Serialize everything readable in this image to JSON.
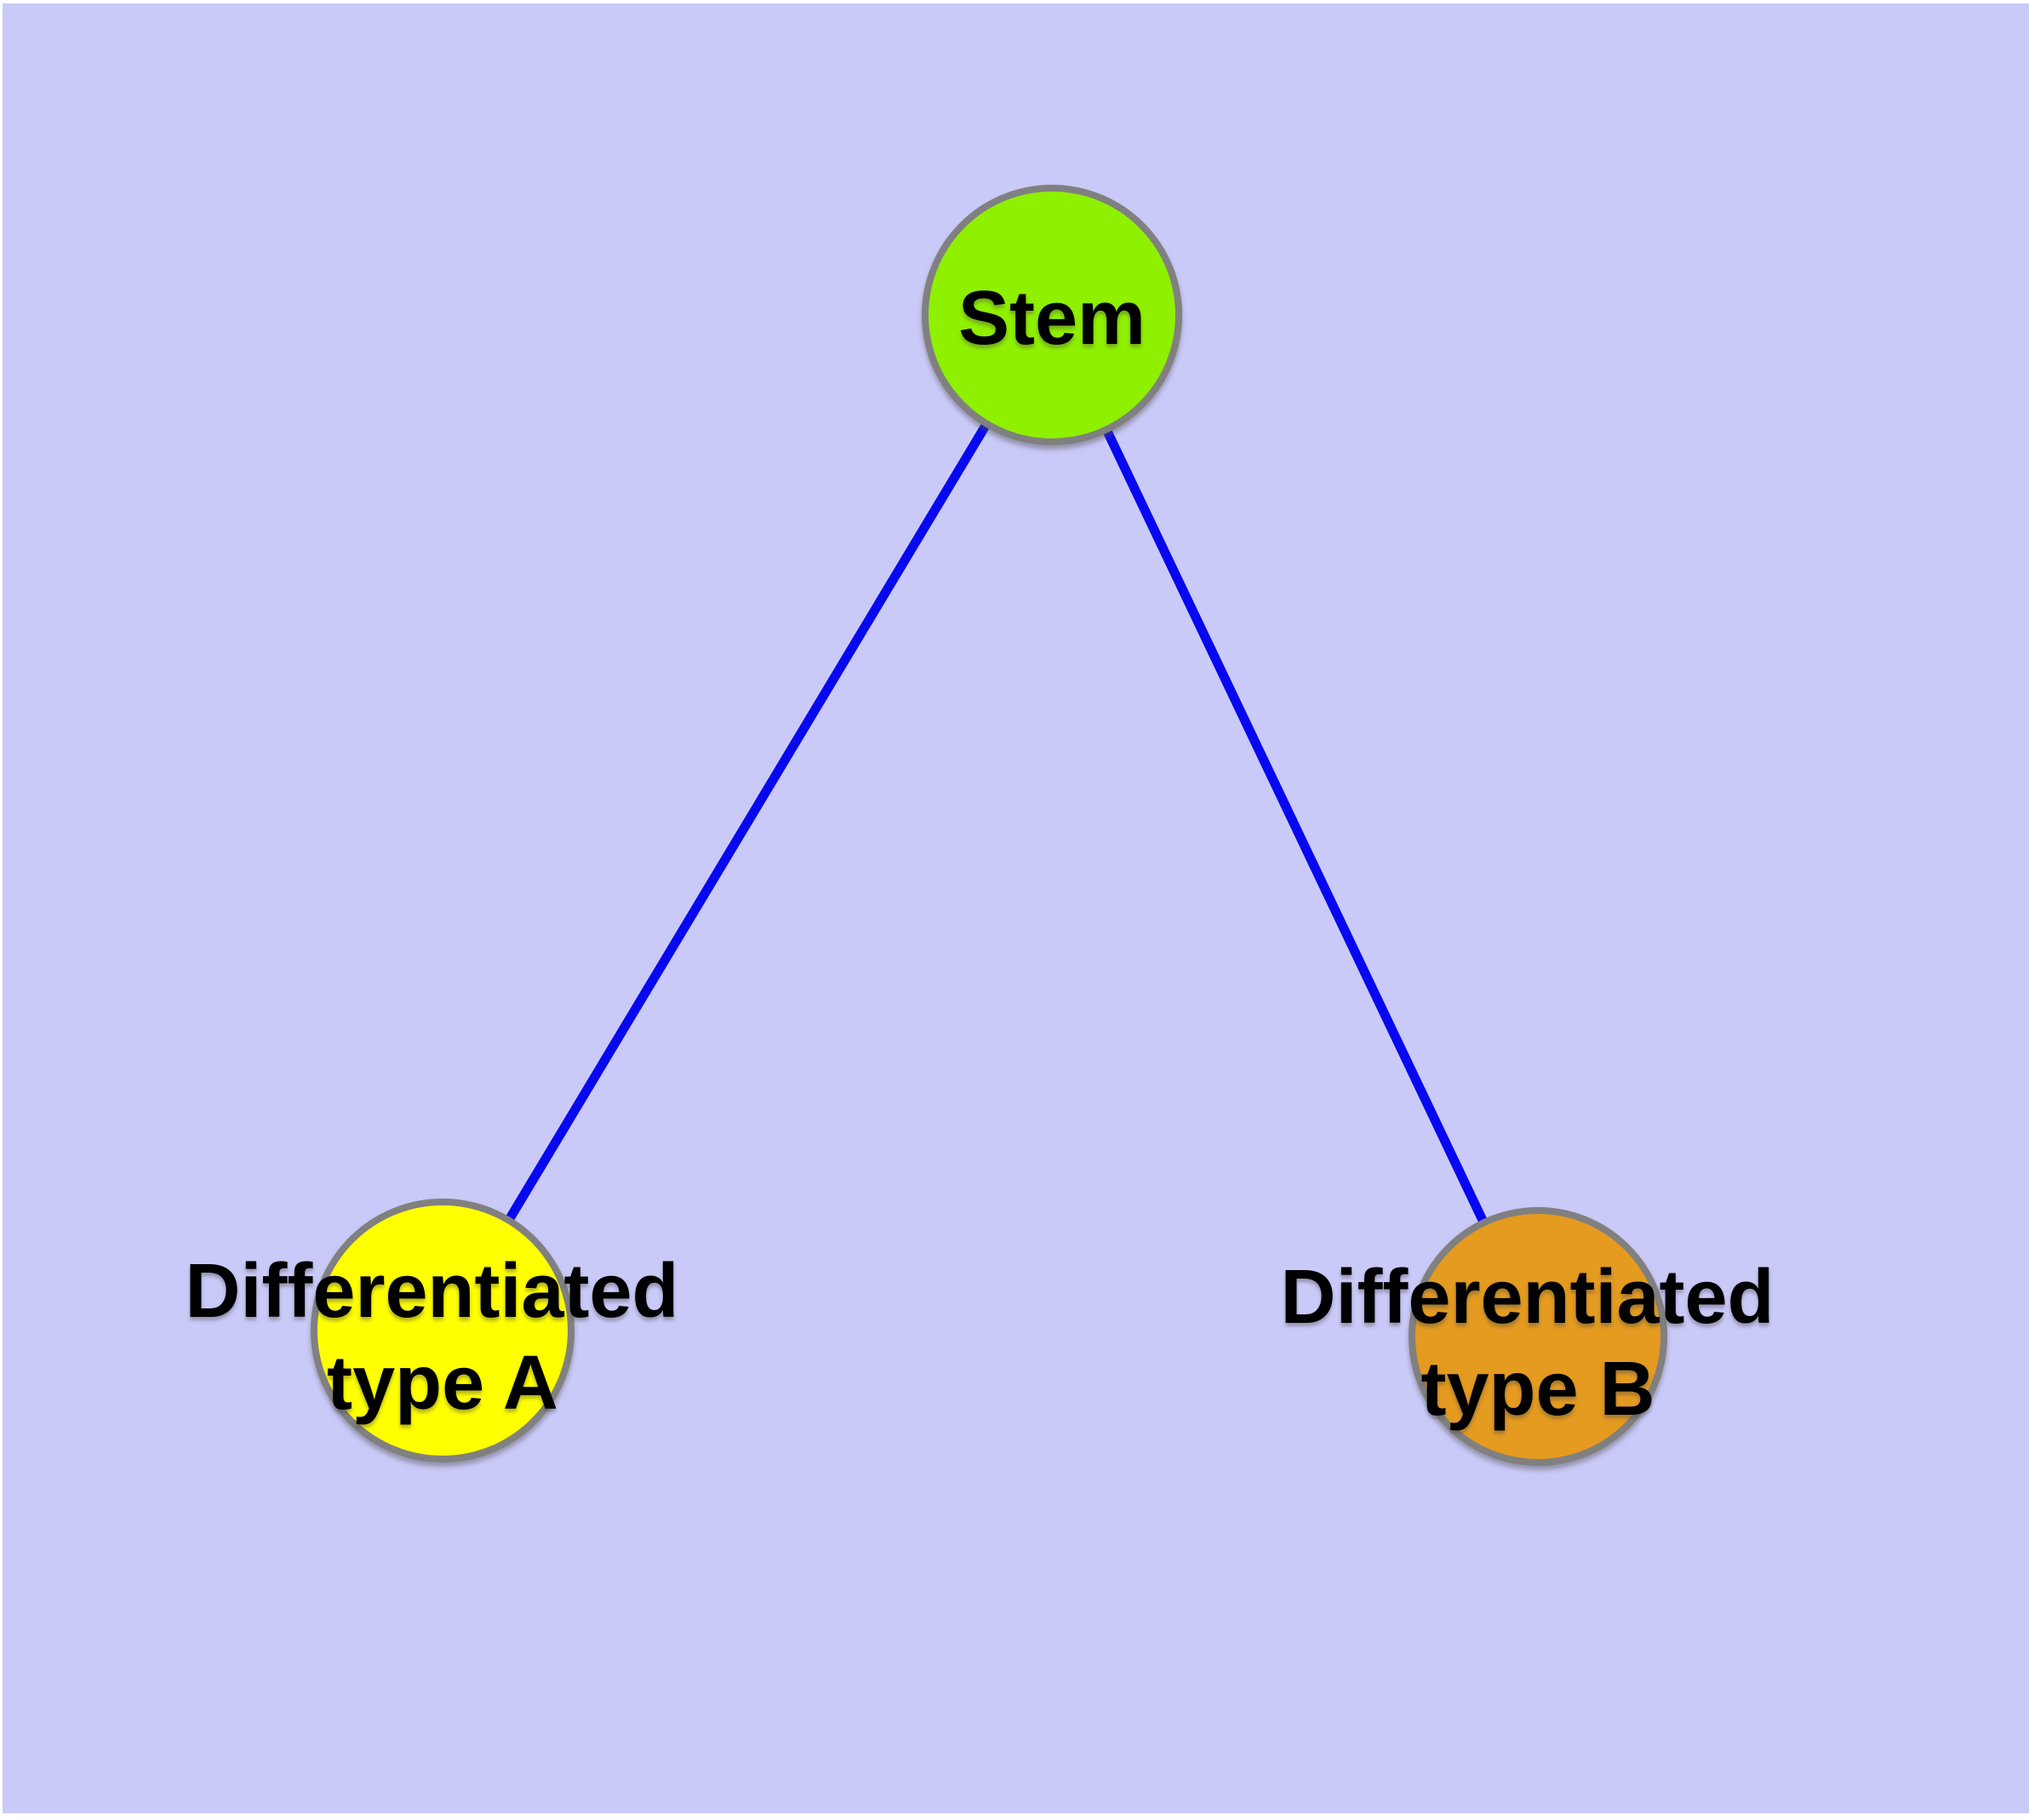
{
  "diagram": {
    "type": "graph",
    "title": "Stem cell differentiation graph",
    "page_color": "#FFFFFF",
    "background_color": "#CACAF9",
    "edge_color": "#0808F0",
    "node_border_color": "#808080",
    "text_color": "#000000",
    "nodes": [
      {
        "id": "stem",
        "label": "Stem",
        "color": "#8FF000"
      },
      {
        "id": "differentiated-type-a",
        "label_line1": "Differentiated",
        "label_line2": "type A",
        "color": "#FFFF00"
      },
      {
        "id": "differentiated-type-b",
        "label_line1": "Differentiated",
        "label_line2": "type B",
        "color": "#E49B20"
      }
    ],
    "edges": [
      {
        "from": "Stem",
        "to": "Differentiated type A"
      },
      {
        "from": "Stem",
        "to": "Differentiated type B"
      }
    ]
  }
}
